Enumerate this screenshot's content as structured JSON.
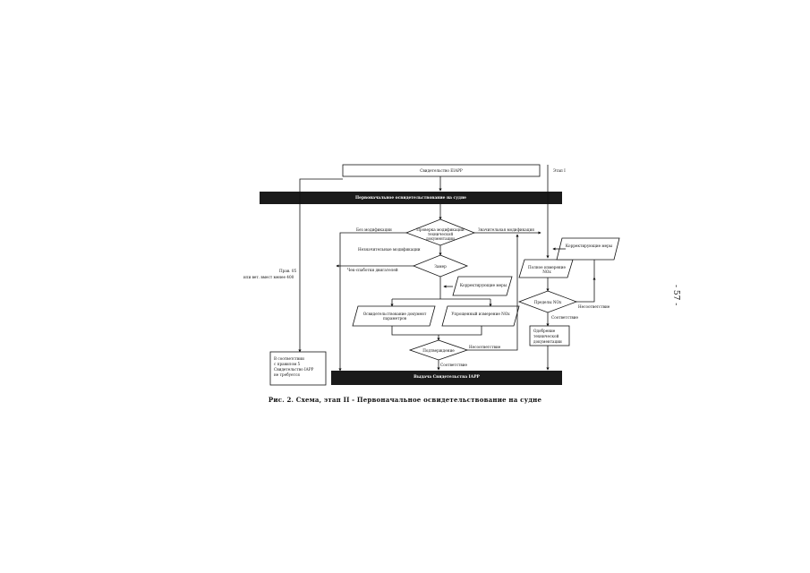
{
  "page_number": "- 57 -",
  "caption": "Рис. 2. Схема, этап II - Первоначальное освидетельствование на судне",
  "nodes": {
    "svidetelstvo_top": "Свидетельство ЕIАРР",
    "etap_i": "Этап I",
    "header_bar": "Первоначальное освидетельствование на судне",
    "proverka": "Проверка модификации технической документации",
    "bez_modif": "Без модификации",
    "znach_modif": "Значительная модификация",
    "neznach_modif": "Незначительные модификации",
    "zamer": "Замер",
    "chek": "Чек-спаботки двигателей",
    "korr_mery_1": "Корректирующие меры",
    "osvid_param": "Освидетельствование документ параметров",
    "uproshch": "Упрощенный измерение NOx",
    "podtverzhdenie": "Подтверждение",
    "nesootv_1": "Несоответствие",
    "sootv_1": "Соответствие",
    "vydacha": "Выдача Свидетельства IАРР",
    "left_rule_1": "Прав. 05",
    "left_rule_2": "или вет. вмест менее 400",
    "left_box_1": "В соответствии",
    "left_box_2": "с правилом 5",
    "left_box_3": "Свидетельство IAPP",
    "left_box_4": "не требуется",
    "korr_mery_2": "Корректирующие меры",
    "polnoe_izm": "Полное измерение NOx",
    "predely": "Пределы NOx",
    "nesootv_2": "Несоответствие",
    "sootv_2": "Соответствие",
    "odobrenie_1": "Одобрение",
    "odobrenie_2": "технической",
    "odobrenie_3": "документации"
  },
  "colors": {
    "bar": "#1a1a1a",
    "line": "#111111",
    "paper": "#ffffff"
  }
}
